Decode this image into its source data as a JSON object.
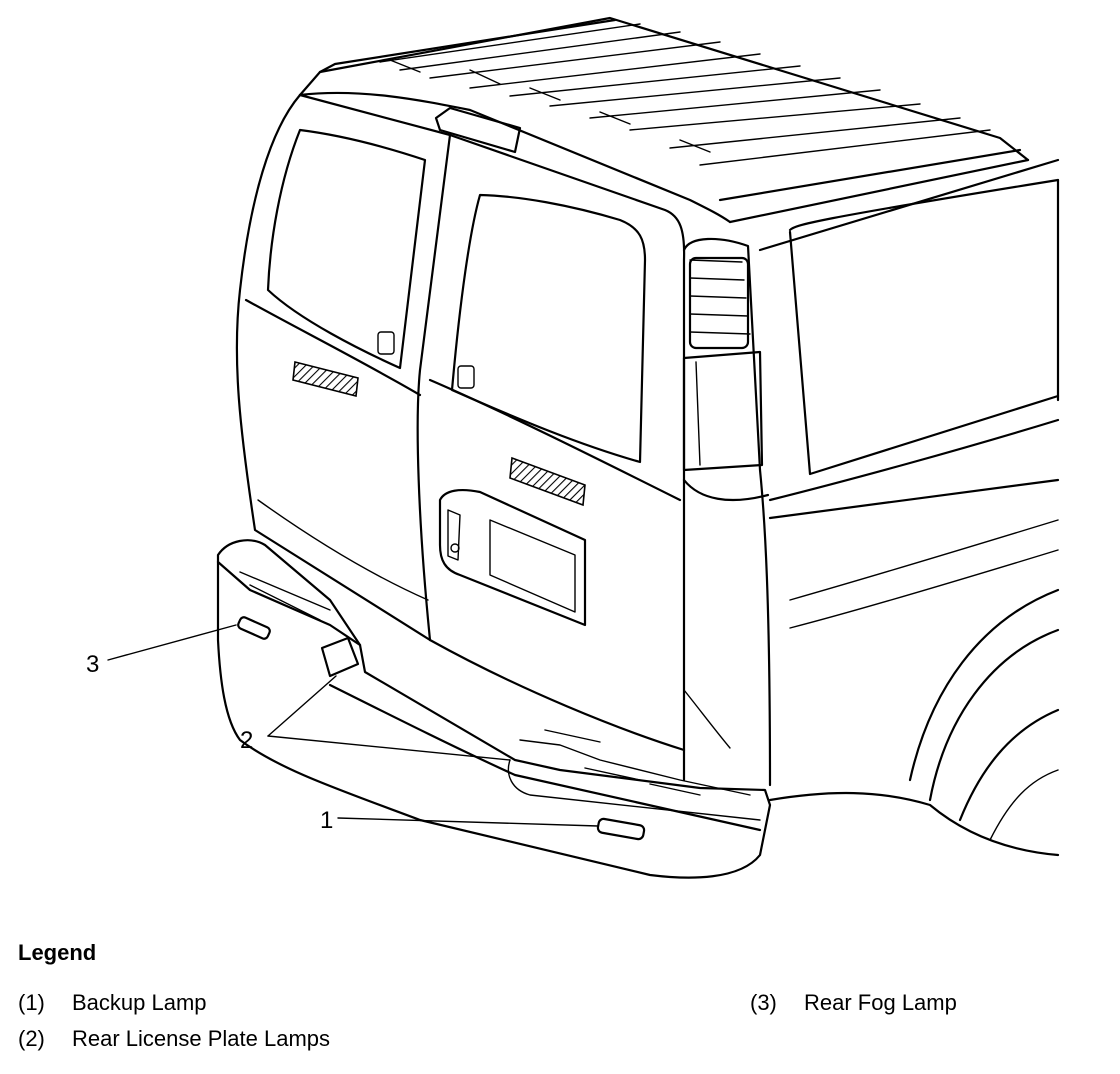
{
  "callouts": [
    {
      "id": "3",
      "label": "3"
    },
    {
      "id": "2",
      "label": "2"
    },
    {
      "id": "1",
      "label": "1"
    }
  ],
  "legend": {
    "title": "Legend",
    "items": [
      {
        "number": "(1)",
        "text": "Backup Lamp"
      },
      {
        "number": "(2)",
        "text": "Rear License Plate Lamps"
      },
      {
        "number": "(3)",
        "text": "Rear Fog Lamp"
      }
    ]
  }
}
